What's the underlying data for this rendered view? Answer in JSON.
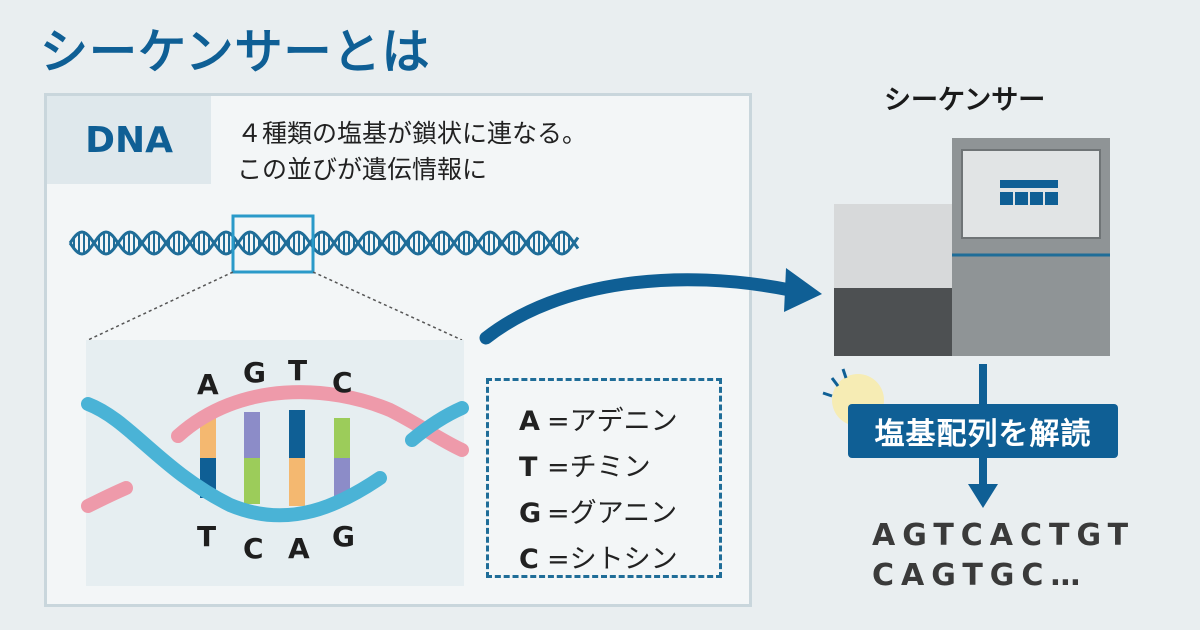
{
  "title": "シーケンサーとは",
  "dna_panel": {
    "label": "DNA",
    "description_line1": "４種類の塩基が鎖状に連なる。",
    "description_line2": "この並びが遺伝情報に",
    "top_bases": [
      "A",
      "G",
      "T",
      "C"
    ],
    "bottom_bases": [
      "T",
      "C",
      "A",
      "G"
    ],
    "legend": [
      {
        "letter": "A",
        "text": "=アデニン"
      },
      {
        "letter": "T",
        "text": "=チミン"
      },
      {
        "letter": "G",
        "text": "=グアニン"
      },
      {
        "letter": "C",
        "text": "=シトシン"
      }
    ]
  },
  "sequencer": {
    "title": "シーケンサー",
    "decode_label": "塩基配列を解読",
    "output_line1": "AGTCACTGT",
    "output_line2": "CAGTGC…"
  },
  "colors": {
    "primary_blue": "#0f5f95",
    "strand_pink": "#ee9aaa",
    "strand_blue": "#4ab3d6",
    "base_blue": "#0f5f95",
    "base_purple": "#8c8cc8",
    "base_orange": "#f4b870",
    "base_green": "#9ccc5a"
  }
}
